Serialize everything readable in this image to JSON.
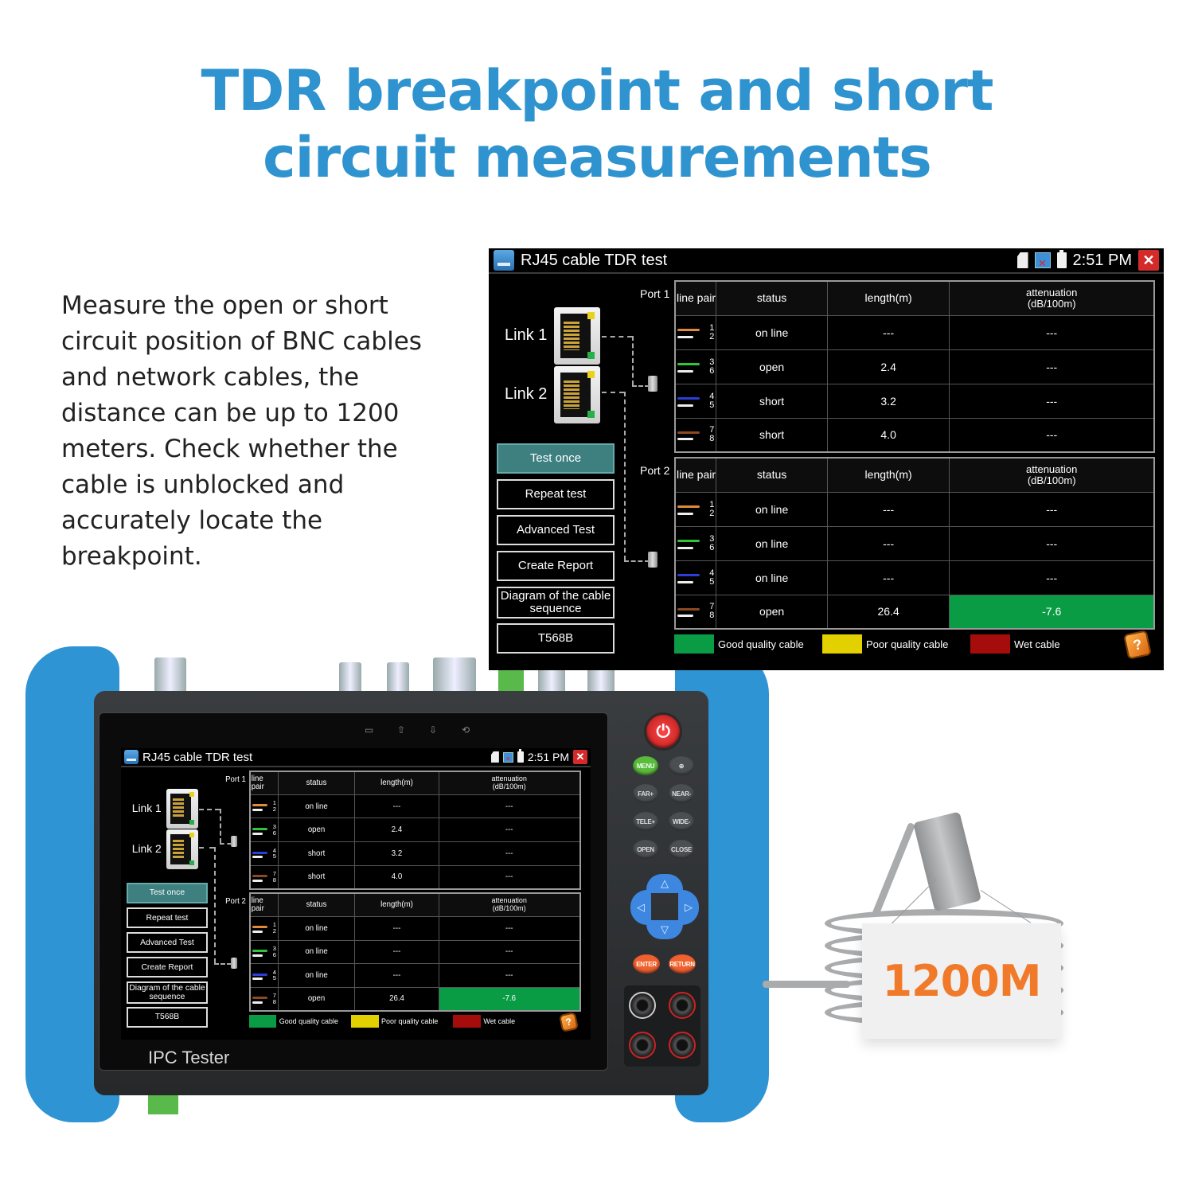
{
  "headline": {
    "line1": "TDR breakpoint and short",
    "line2": "circuit measurements",
    "color": "#2f93cf"
  },
  "description": "Measure the open or short circuit position of BNC cables and network cables, the distance can be up to 1200 meters. Check whether the cable is unblocked and accurately locate the breakpoint.",
  "screen": {
    "title": "RJ45 cable TDR test",
    "time": "2:51 PM",
    "status_icons": [
      "sd-card-icon",
      "network-disconnected-icon",
      "battery-icon"
    ],
    "close_icon": "close-icon",
    "links": [
      "Link 1",
      "Link 2"
    ],
    "buttons": [
      {
        "label": "Test once",
        "active": true
      },
      {
        "label": "Repeat test",
        "active": false
      },
      {
        "label": "Advanced Test",
        "active": false
      },
      {
        "label": "Create Report",
        "active": false
      },
      {
        "label": "Diagram of the cable sequence",
        "active": false
      },
      {
        "label": "T568B",
        "active": false
      }
    ],
    "columns": [
      "line pair",
      "status",
      "length(m)",
      "attenuation\n(dB/100m)"
    ],
    "ports": [
      {
        "label": "Port 1",
        "rows": [
          {
            "pair": [
              "1",
              "2"
            ],
            "status": "on line",
            "length": "---",
            "attenuation": "---",
            "quality": null
          },
          {
            "pair": [
              "3",
              "6"
            ],
            "status": "open",
            "length": "2.4",
            "attenuation": "---",
            "quality": null
          },
          {
            "pair": [
              "4",
              "5"
            ],
            "status": "short",
            "length": "3.2",
            "attenuation": "---",
            "quality": null
          },
          {
            "pair": [
              "7",
              "8"
            ],
            "status": "short",
            "length": "4.0",
            "attenuation": "---",
            "quality": null
          }
        ]
      },
      {
        "label": "Port 2",
        "rows": [
          {
            "pair": [
              "1",
              "2"
            ],
            "status": "on line",
            "length": "---",
            "attenuation": "---",
            "quality": null
          },
          {
            "pair": [
              "3",
              "6"
            ],
            "status": "on line",
            "length": "---",
            "attenuation": "---",
            "quality": null
          },
          {
            "pair": [
              "4",
              "5"
            ],
            "status": "on line",
            "length": "---",
            "attenuation": "---",
            "quality": null
          },
          {
            "pair": [
              "7",
              "8"
            ],
            "status": "open",
            "length": "26.4",
            "attenuation": "-7.6",
            "quality": "good"
          }
        ]
      }
    ],
    "legend": [
      {
        "label": "Good quality cable",
        "color": "#0a9c45"
      },
      {
        "label": "Poor quality cable",
        "color": "#e3d000"
      },
      {
        "label": "Wet cable",
        "color": "#a50d0d"
      }
    ],
    "pair_colors": [
      "#e08a3a",
      "#33c23a",
      "#2a3fd8",
      "#8a4a22"
    ],
    "help_icon": "help-book-icon"
  },
  "device": {
    "brand": "IPC Tester",
    "soft_keys": [
      "screen-icon",
      "up-arrow-icon",
      "down-arrow-icon",
      "rotate-icon"
    ],
    "power_label": "⏻",
    "keys": [
      {
        "label": "MENU",
        "style": "green"
      },
      {
        "label": "🔍",
        "style": "grey"
      },
      {
        "label": "FAR+",
        "style": "grey"
      },
      {
        "label": "NEAR-",
        "style": "grey"
      },
      {
        "label": "TELE+",
        "style": "grey"
      },
      {
        "label": "WIDE-",
        "style": "grey"
      },
      {
        "label": "OPEN",
        "style": "grey"
      },
      {
        "label": "CLOSE",
        "style": "grey"
      },
      {
        "label": "ENTER",
        "style": "orange"
      },
      {
        "label": "RETURN",
        "style": "orange"
      }
    ],
    "dpad": {
      "up": "△",
      "left": "◁",
      "right": "▷",
      "down": "▽"
    },
    "bumper_color": "#2f94d4"
  },
  "cable_sign": {
    "label": "1200M",
    "color": "#f07a2a"
  }
}
